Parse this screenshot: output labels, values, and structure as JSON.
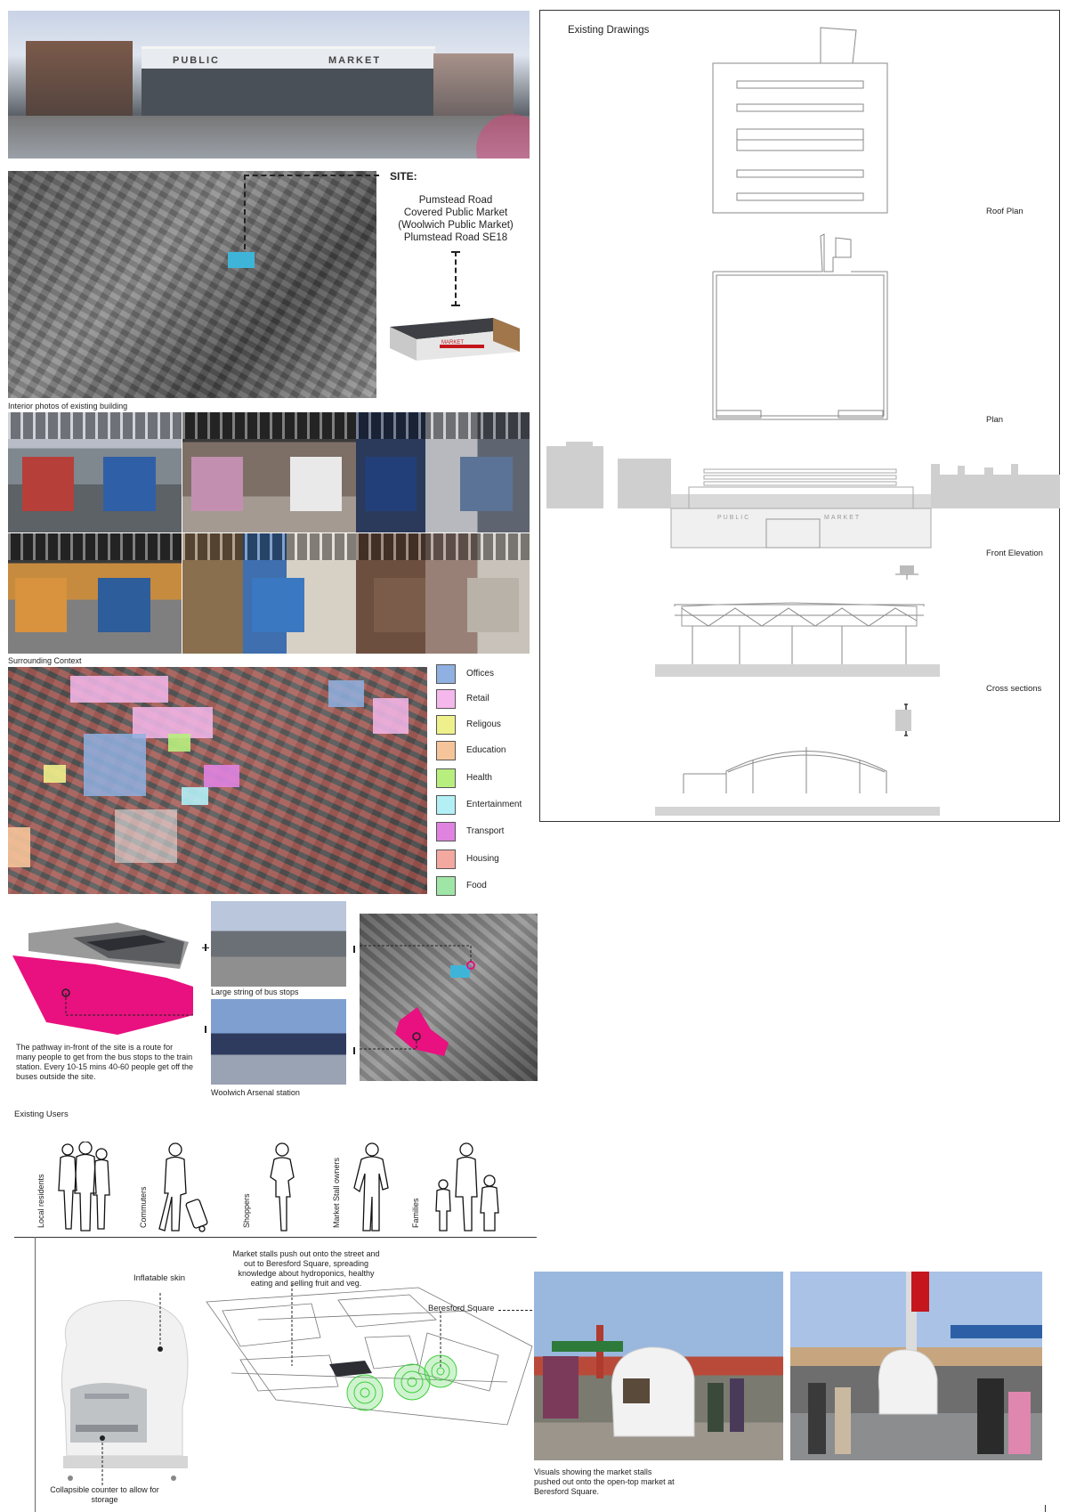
{
  "street_photo": {
    "alt_icon": "street-photo-icon",
    "sign_left": "PUBLIC",
    "sign_right": "MARKET"
  },
  "site": {
    "heading": "SITE:",
    "address": [
      "Pumstead Road",
      "Covered Public Market",
      "(Woolwich Public Market)",
      "Plumstead Road SE18"
    ],
    "model_sign": "MARKET"
  },
  "interior": {
    "label": "Interior photos of existing building"
  },
  "context": {
    "label": "Surrounding Context",
    "legend": [
      {
        "label": "Offices",
        "color": "#8fb0e0"
      },
      {
        "label": "Retail",
        "color": "#f5b8ec"
      },
      {
        "label": "Religous",
        "color": "#eef08c"
      },
      {
        "label": "Education",
        "color": "#f6c49a"
      },
      {
        "label": "Health",
        "color": "#b8ee7e"
      },
      {
        "label": "Entertainment",
        "color": "#b2f0f6"
      },
      {
        "label": "Transport",
        "color": "#e083e0"
      },
      {
        "label": "Housing",
        "color": "#f3a8a0"
      },
      {
        "label": "Food",
        "color": "#9fe6a6"
      }
    ]
  },
  "pathway": {
    "highlight_color": "#e8117f",
    "description": "The pathway in-front of the site is a route for many people to get from the bus stops to the train station. Every 10-15 mins 40-60 people get off the buses outside the site.",
    "bus_caption": "Large string of bus stops",
    "station_caption": "Woolwich Arsenal station"
  },
  "users": {
    "label": "Existing Users",
    "groups": [
      "Local residents",
      "Commuters",
      "Shoppers",
      "Market Stall owners",
      "Families"
    ]
  },
  "drawings": {
    "title": "Existing Drawings",
    "roof_plan": "Roof Plan",
    "plan": "Plan",
    "front_elevation": "Front Elevation",
    "elevation_signs": [
      "PUBLIC",
      "MARKET"
    ],
    "cross_sections": "Cross sections"
  },
  "bottom": {
    "inflatable_skin": "Inflatable skin",
    "collapsible_counter": "Collapsible counter to allow for storage",
    "plan_note": "Market stalls push out onto the street and out to Beresford Square, spreading knowledge about hydroponics, healthy eating and selling fruit and veg.",
    "beresford_label": "Beresford Square",
    "visual_caption": [
      "Visuals showing the market stalls",
      "pushed out onto the open-top market at",
      "Beresford Square."
    ]
  }
}
